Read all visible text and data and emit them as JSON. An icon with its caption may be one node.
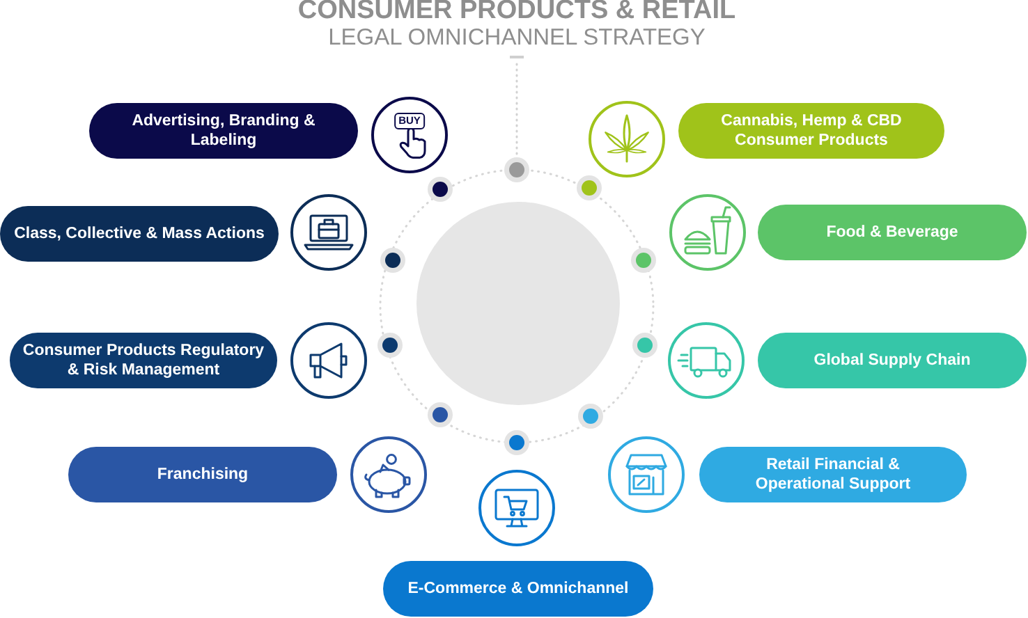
{
  "diagram": {
    "title": "CONSUMER PRODUCTS & RETAIL",
    "nodes": [
      {
        "text": [
          "Advertising, Branding & Labeling"
        ]
      },
      {
        "text": [
          "Cannabis, Hemp & CBD Consumer Products"
        ]
      },
      {
        "text": [
          "Class, Collective & Mass Actions"
        ]
      },
      {
        "text": [
          "Food & Beverage"
        ]
      },
      {
        "text": [
          "Consumer Products Regulatory & Risk Management"
        ]
      },
      {
        "text": [
          "Global Supply Chain"
        ]
      },
      {
        "text": [
          "Franchising"
        ]
      },
      {
        "text": [
          "Retail Financial & Operational Support"
        ]
      },
      {
        "text": [
          "E-Commerce & Omnichannel"
        ]
      },
      {
        "text": [],
        "shape": "circle"
      }
    ],
    "labels": [
      "LEGAL OMNICHANNEL STRATEGY",
      "BUY"
    ]
  }
}
